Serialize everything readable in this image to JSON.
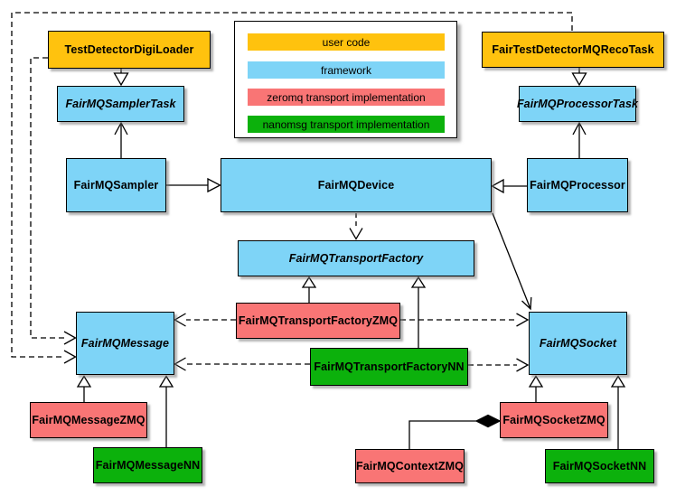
{
  "colors": {
    "user_code": "#FFC20E",
    "framework": "#7ED4F7",
    "zeromq": "#F97575",
    "nanomsg": "#0CB10C",
    "line": "#000000",
    "background": "#FFFFFF"
  },
  "legend": {
    "items": [
      {
        "label": "user code"
      },
      {
        "label": "framework"
      },
      {
        "label": "zeromq transport implementation"
      },
      {
        "label": "nanomsg transport implementation"
      }
    ]
  },
  "nodes": {
    "test_detector_digi_loader": {
      "label": "TestDetectorDigiLoader",
      "category": "user_code",
      "abstract": false
    },
    "fair_test_detector_mq_reco_task": {
      "label": "FairTestDetectorMQRecoTask",
      "category": "user_code",
      "abstract": false
    },
    "fairmq_sampler_task": {
      "label": "FairMQSamplerTask",
      "category": "framework",
      "abstract": true
    },
    "fairmq_processor_task": {
      "label": "FairMQProcessorTask",
      "category": "framework",
      "abstract": true
    },
    "fairmq_sampler": {
      "label": "FairMQSampler",
      "category": "framework",
      "abstract": false
    },
    "fairmq_device": {
      "label": "FairMQDevice",
      "category": "framework",
      "abstract": false
    },
    "fairmq_processor": {
      "label": "FairMQProcessor",
      "category": "framework",
      "abstract": false
    },
    "fairmq_transport_factory": {
      "label": "FairMQTransportFactory",
      "category": "framework",
      "abstract": true
    },
    "fairmq_transport_factory_zmq": {
      "label": "FairMQTransportFactoryZMQ",
      "category": "zeromq",
      "abstract": false
    },
    "fairmq_transport_factory_nn": {
      "label": "FairMQTransportFactoryNN",
      "category": "nanomsg",
      "abstract": false
    },
    "fairmq_message": {
      "label": "FairMQMessage",
      "category": "framework",
      "abstract": true
    },
    "fairmq_socket": {
      "label": "FairMQSocket",
      "category": "framework",
      "abstract": true
    },
    "fairmq_message_zmq": {
      "label": "FairMQMessageZMQ",
      "category": "zeromq",
      "abstract": false
    },
    "fairmq_message_nn": {
      "label": "FairMQMessageNN",
      "category": "nanomsg",
      "abstract": false
    },
    "fairmq_socket_zmq": {
      "label": "FairMQSocketZMQ",
      "category": "zeromq",
      "abstract": false
    },
    "fairmq_socket_nn": {
      "label": "FairMQSocketNN",
      "category": "nanomsg",
      "abstract": false
    },
    "fairmq_context_zmq": {
      "label": "FairMQContextZMQ",
      "category": "zeromq",
      "abstract": false
    }
  },
  "edges": [
    {
      "from": "test_detector_digi_loader",
      "to": "fairmq_sampler_task",
      "type": "inheritance"
    },
    {
      "from": "fair_test_detector_mq_reco_task",
      "to": "fairmq_processor_task",
      "type": "inheritance"
    },
    {
      "from": "fairmq_sampler",
      "to": "fairmq_sampler_task",
      "type": "association"
    },
    {
      "from": "fairmq_processor",
      "to": "fairmq_processor_task",
      "type": "association"
    },
    {
      "from": "fairmq_sampler",
      "to": "fairmq_device",
      "type": "inheritance"
    },
    {
      "from": "fairmq_processor",
      "to": "fairmq_device",
      "type": "inheritance"
    },
    {
      "from": "fairmq_device",
      "to": "fairmq_transport_factory",
      "type": "dependency"
    },
    {
      "from": "fairmq_device",
      "to": "fairmq_socket",
      "type": "association"
    },
    {
      "from": "fairmq_transport_factory_zmq",
      "to": "fairmq_transport_factory",
      "type": "inheritance"
    },
    {
      "from": "fairmq_transport_factory_nn",
      "to": "fairmq_transport_factory",
      "type": "inheritance"
    },
    {
      "from": "fairmq_transport_factory_zmq",
      "to": "fairmq_message",
      "type": "dependency"
    },
    {
      "from": "fairmq_transport_factory_zmq",
      "to": "fairmq_socket",
      "type": "dependency"
    },
    {
      "from": "fairmq_transport_factory_nn",
      "to": "fairmq_message",
      "type": "dependency"
    },
    {
      "from": "fairmq_transport_factory_nn",
      "to": "fairmq_socket",
      "type": "dependency"
    },
    {
      "from": "test_detector_digi_loader",
      "to": "fairmq_message",
      "type": "dependency"
    },
    {
      "from": "fair_test_detector_mq_reco_task",
      "to": "fairmq_message",
      "type": "dependency"
    },
    {
      "from": "fairmq_message_zmq",
      "to": "fairmq_message",
      "type": "inheritance"
    },
    {
      "from": "fairmq_message_nn",
      "to": "fairmq_message",
      "type": "inheritance"
    },
    {
      "from": "fairmq_socket_zmq",
      "to": "fairmq_socket",
      "type": "inheritance"
    },
    {
      "from": "fairmq_socket_nn",
      "to": "fairmq_socket",
      "type": "inheritance"
    },
    {
      "from": "fairmq_socket_zmq",
      "to": "fairmq_context_zmq",
      "type": "composition"
    }
  ]
}
